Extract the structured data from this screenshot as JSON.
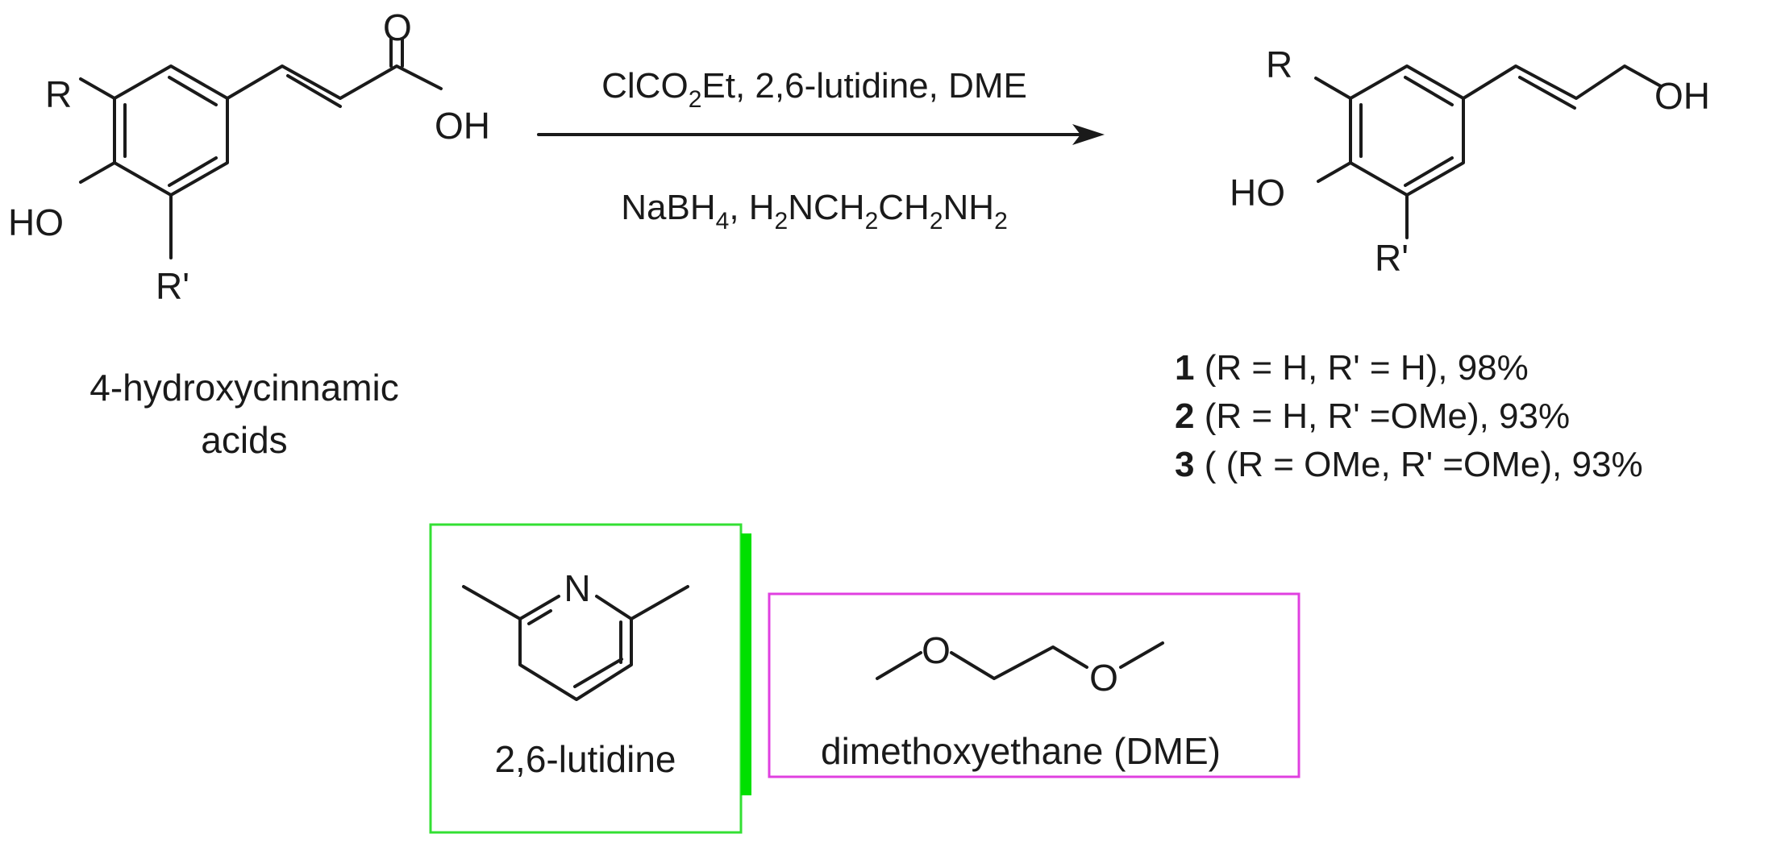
{
  "scheme": {
    "reactant": {
      "labels": {
        "r": "R",
        "r_prime": "R'",
        "ho": "HO",
        "o": "O",
        "oh": "OH"
      },
      "name_line1": "4-hydroxycinnamic",
      "name_line2": "acids"
    },
    "reagents": {
      "top": {
        "a": "ClCO",
        "a_sub": "2",
        "b": "Et, 2,6-lutidine, DME"
      },
      "bottom": {
        "a": "NaBH",
        "a_sub": "4",
        "b": ", H",
        "b_sub": "2",
        "c": "NCH",
        "c_sub": "2",
        "d": "CH",
        "d_sub": "2",
        "e": "NH",
        "e_sub": "2"
      }
    },
    "product": {
      "labels": {
        "r": "R",
        "r_prime": "R'",
        "ho": "HO",
        "oh": "OH"
      },
      "yields": [
        {
          "num": "1",
          "text": " (R = H, R' = H), 98%"
        },
        {
          "num": "2",
          "text": " (R = H, R' =OMe), 93%"
        },
        {
          "num": "3",
          "text": " ( (R = OMe, R' =OMe), 93%"
        }
      ]
    },
    "lutidine_box": {
      "atom": "N",
      "name": "2,6-lutidine",
      "border_color": "#33e033",
      "bar_color": "#00e000"
    },
    "dme_box": {
      "atom1": "O",
      "atom2": "O",
      "name": "dimethoxyethane (DME)",
      "border_color": "#e040e0"
    }
  }
}
